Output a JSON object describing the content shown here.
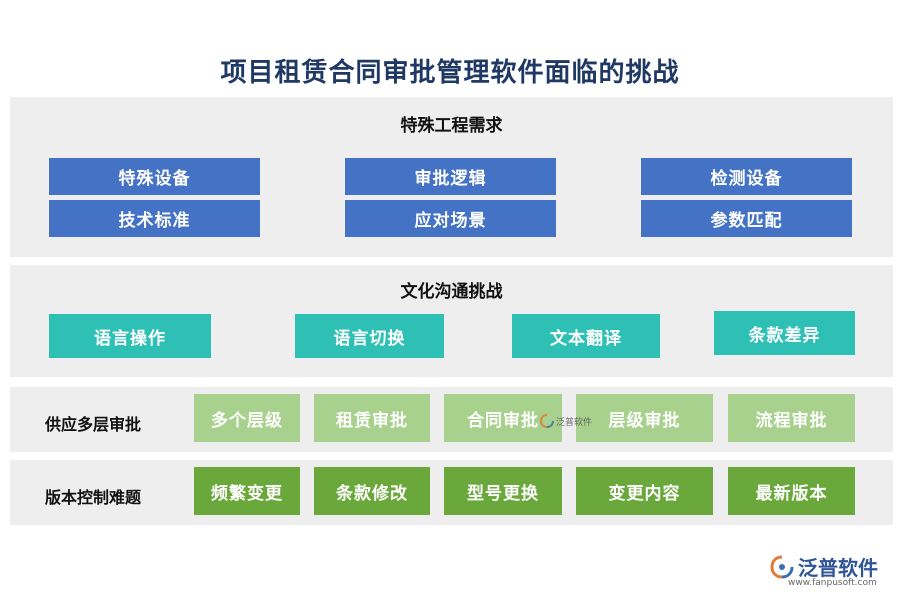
{
  "title": "项目租赁合同审批管理软件面临的挑战",
  "section1": {
    "title": "特殊工程需求",
    "items": [
      "特殊设备",
      "审批逻辑",
      "检测设备",
      "技术标准",
      "应对场景",
      "参数匹配"
    ]
  },
  "section2": {
    "title": "文化沟通挑战",
    "items": [
      "语言操作",
      "语言切换",
      "文本翻译",
      "条款差异"
    ]
  },
  "section3": {
    "label": "供应多层审批",
    "items": [
      "多个层级",
      "租赁审批",
      "合同审批",
      "层级审批",
      "流程审批"
    ]
  },
  "section4": {
    "label": "版本控制难题",
    "items": [
      "频繁变更",
      "条款修改",
      "型号更换",
      "变更内容",
      "最新版本"
    ]
  },
  "watermark": {
    "center_text": "泛普软件"
  },
  "logo": {
    "name": "泛普软件",
    "url": "www.fanpusoft.com"
  },
  "colors": {
    "title": "#1f3864",
    "blue": "#4472c4",
    "teal": "#2ec0b4",
    "light_green": "#a9d18e",
    "dark_green": "#6aa83b",
    "panel": "#eeeeee"
  }
}
